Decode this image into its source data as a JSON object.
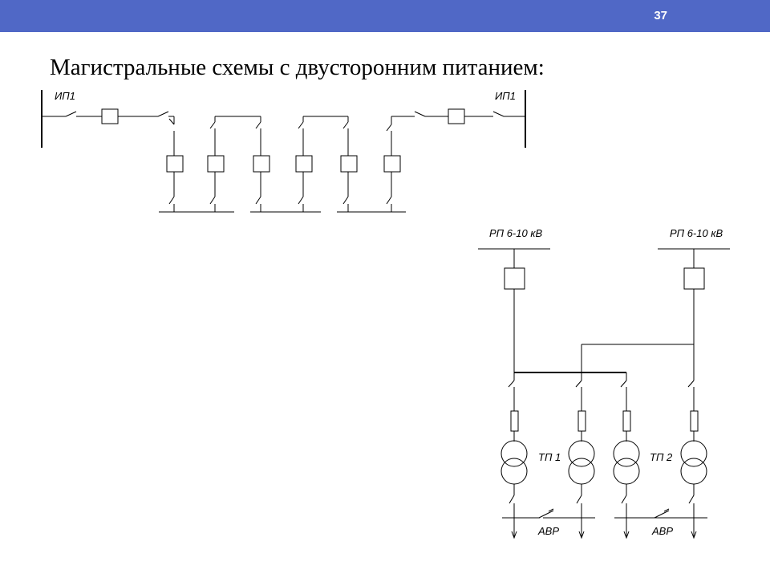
{
  "slide": {
    "number": "37",
    "title": "Магистральные схемы с двусторонним питанием:"
  },
  "diagram_top": {
    "source_left": "ИП1",
    "source_right": "ИП1"
  },
  "diagram_bottom": {
    "rp_left": "РП 6-10 кВ",
    "rp_right": "РП 6-10 кВ",
    "tp1": "ТП 1",
    "tp2": "ТП 2",
    "avr_left": "АВР",
    "avr_right": "АВР"
  }
}
